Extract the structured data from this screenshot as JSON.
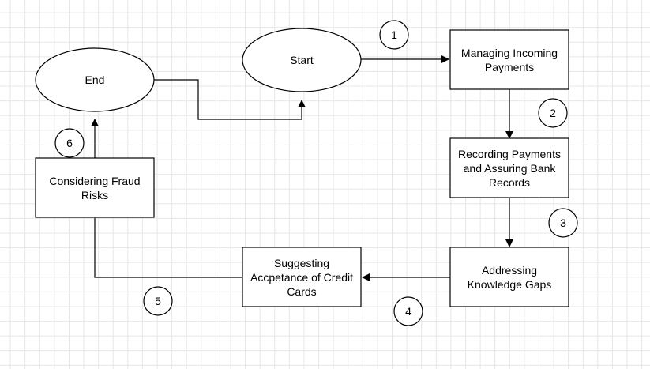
{
  "diagram": {
    "nodes": {
      "start": "Start",
      "end": "End",
      "managing": "Managing Incoming Payments",
      "recording": "Recording Payments and Assuring Bank Records",
      "addressing": "Addressing Knowledge Gaps",
      "suggesting": "Suggesting Accpetance of Credit Cards",
      "considering": "Considering Fraud Risks"
    },
    "step_numbers": [
      "1",
      "2",
      "3",
      "4",
      "5",
      "6"
    ],
    "colors": {
      "line": "#000000",
      "fill": "#ffffff",
      "grid": "#e6e6e6"
    }
  }
}
